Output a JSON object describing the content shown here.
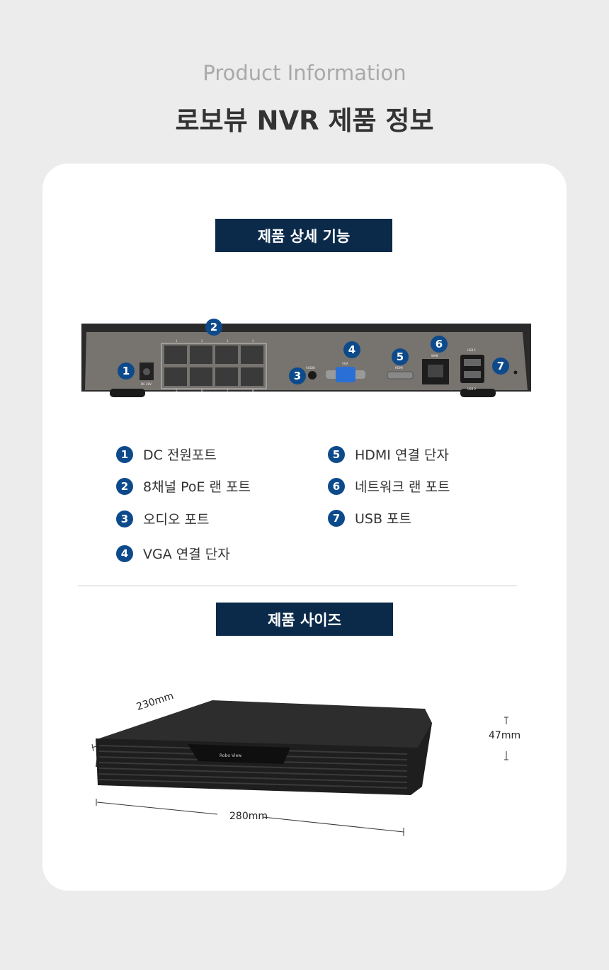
{
  "header": {
    "subtitle": "Product Information",
    "title": "로보뷰 NVR 제품 정보"
  },
  "features_section": {
    "label": "제품 상세 기능",
    "panel_labels": {
      "dc": "DC 48V",
      "audio": "AUDIO",
      "vga": "VGA",
      "hdmi": "HDMI",
      "wan": "WAN",
      "usb1": "USB 1",
      "usb2": "USB 2",
      "ports_top": [
        "1",
        "2",
        "3",
        "4"
      ],
      "ports_bottom": [
        "5",
        "6",
        "7",
        "8"
      ]
    },
    "items": [
      {
        "num": "1",
        "label": "DC 전원포트"
      },
      {
        "num": "2",
        "label": "8채널 PoE 랜 포트"
      },
      {
        "num": "3",
        "label": "오디오 포트"
      },
      {
        "num": "4",
        "label": "VGA 연결 단자"
      },
      {
        "num": "5",
        "label": "HDMI 연결 단자"
      },
      {
        "num": "6",
        "label": "네트워크 랜 포트"
      },
      {
        "num": "7",
        "label": "USB 포트"
      }
    ]
  },
  "size_section": {
    "label": "제품 사이즈",
    "depth": "230mm",
    "width": "280mm",
    "height": "47mm",
    "brand": "Robo View"
  },
  "colors": {
    "navy": "#0b2a4a",
    "badge": "#0d4a8c",
    "background": "#ececec"
  }
}
